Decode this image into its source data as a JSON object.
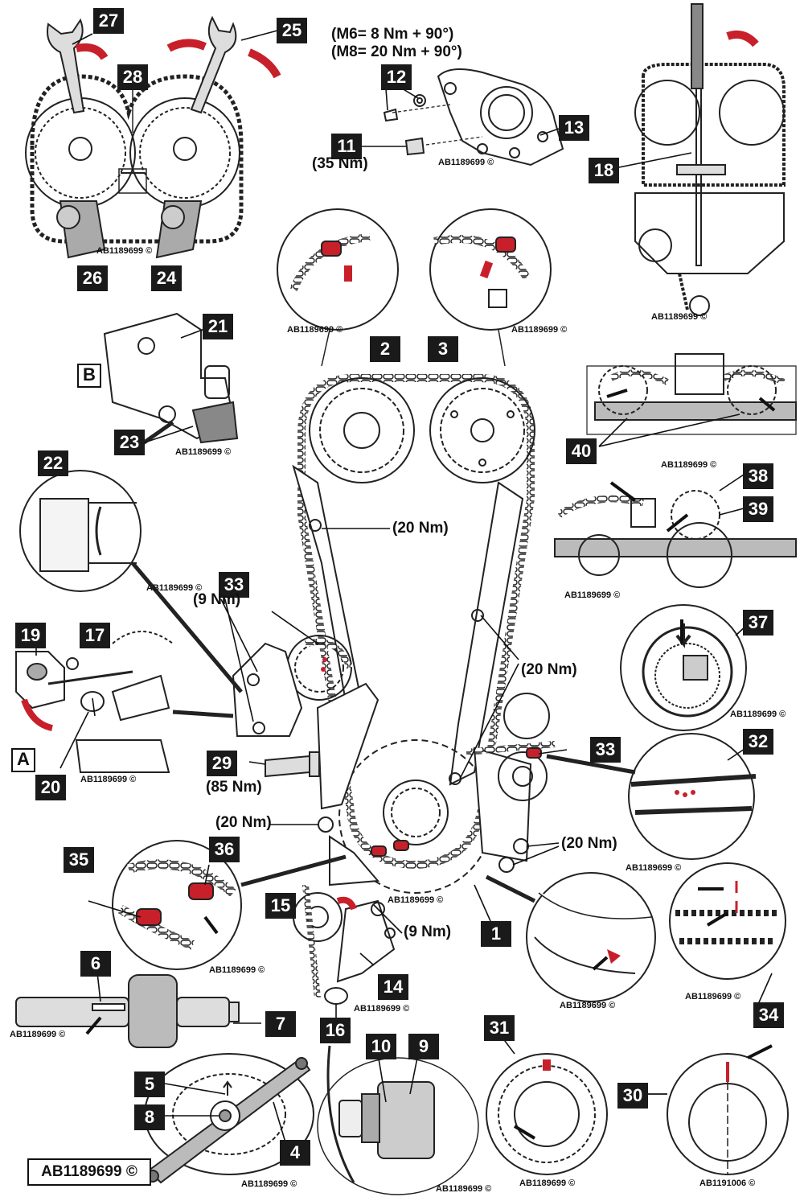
{
  "reference_code": "AB1189699 ©",
  "reference_code_alt": "AB1191006 ©",
  "reference_frame_label": "AB1189699 ©",
  "letters": {
    "a": "A",
    "b": "B"
  },
  "callouts": {
    "c1": "1",
    "c2": "2",
    "c3": "3",
    "c4": "4",
    "c5": "5",
    "c6": "6",
    "c7": "7",
    "c8": "8",
    "c9": "9",
    "c10": "10",
    "c11": "11",
    "c12": "12",
    "c13": "13",
    "c14": "14",
    "c15": "15",
    "c16": "16",
    "c17": "17",
    "c18": "18",
    "c19": "19",
    "c20": "20",
    "c21": "21",
    "c22": "22",
    "c23": "23",
    "c24": "24",
    "c25": "25",
    "c26": "26",
    "c27": "27",
    "c28": "28",
    "c29": "29",
    "c30": "30",
    "c31": "31",
    "c32": "32",
    "c33a": "33",
    "c33b": "33",
    "c34": "34",
    "c35": "35",
    "c36": "36",
    "c37": "37",
    "c38": "38",
    "c39": "39",
    "c40": "40"
  },
  "torque": {
    "m6": "(M6= 8 Nm + 90°)",
    "m8": "(M8= 20 Nm + 90°)",
    "t35": "(35 Nm)",
    "t20_guide": "(20 Nm)",
    "t20_right": "(20 Nm)",
    "t9_tensioner": "(9 Nm)",
    "t85": "(85 Nm)",
    "t20_left": "(20 Nm)",
    "t20_lower_right": "(20 Nm)",
    "t9_oilpump": "(9 Nm)"
  },
  "colors": {
    "accent": "#c8202a",
    "ink": "#1a1a1a",
    "box": "#1a1a1a"
  }
}
